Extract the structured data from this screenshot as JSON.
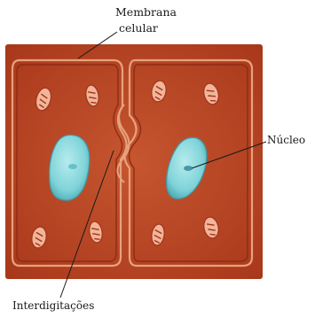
{
  "labels": {
    "membrane_line1": "Membrana",
    "membrane_line2": "celular",
    "nucleus": "Núcleo",
    "interdigitations": "Interdigitações"
  },
  "colors": {
    "tissue": "#b8411f",
    "tissue_light": "#c95a32",
    "membrane": "#e6a27e",
    "membrane_dark": "#8e2c12",
    "nucleus_fill": "#7fd3d8",
    "nucleus_edge": "#3e9aa6",
    "blood_cell_fill": "#f1b69a",
    "blood_cell_stripe": "#a3331a",
    "leader_line": "#1a1a1a"
  }
}
